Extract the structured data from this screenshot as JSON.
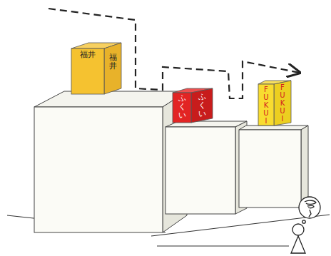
{
  "diagram": {
    "nodes": [
      {
        "text": [
          "福井",
          "福井"
        ]
      },
      {
        "text": [
          "ふくい",
          "ふくい"
        ]
      },
      {
        "text": [
          "FUKUI",
          "FUKUI"
        ]
      }
    ]
  }
}
